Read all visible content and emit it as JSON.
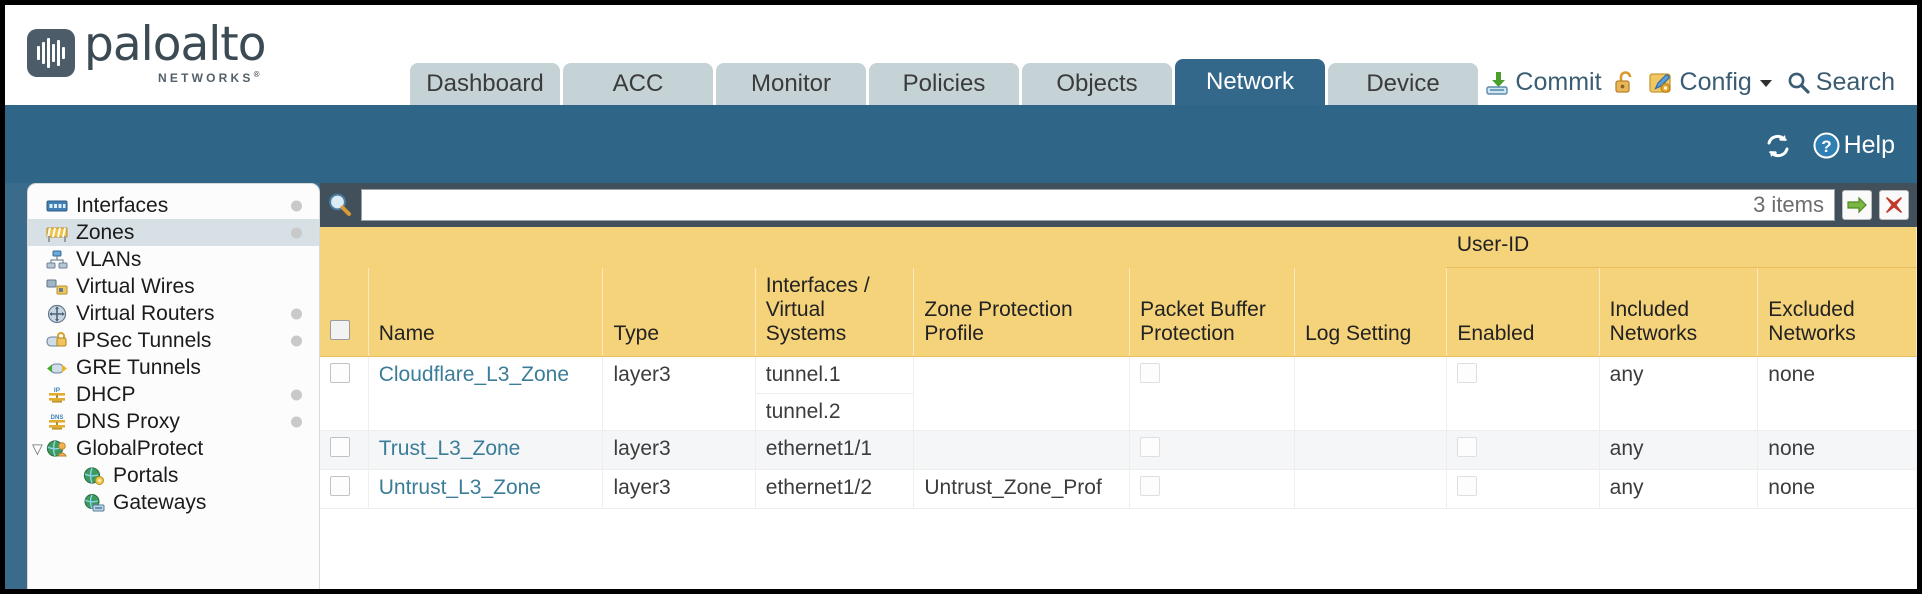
{
  "brand": {
    "name": "paloalto",
    "tagline": "NETWORKS",
    "reg": "®"
  },
  "nav": {
    "tabs": [
      {
        "label": "Dashboard",
        "active": false
      },
      {
        "label": "ACC",
        "active": false
      },
      {
        "label": "Monitor",
        "active": false
      },
      {
        "label": "Policies",
        "active": false
      },
      {
        "label": "Objects",
        "active": false
      },
      {
        "label": "Network",
        "active": true
      },
      {
        "label": "Device",
        "active": false
      }
    ]
  },
  "actions": {
    "commit": "Commit",
    "lock": "",
    "config": "Config",
    "search": "Search"
  },
  "helpbar": {
    "help": "Help"
  },
  "sidebar": {
    "items": [
      {
        "label": "Interfaces",
        "icon": "interfaces-icon",
        "selected": false,
        "dot": true,
        "child": false,
        "caret": ""
      },
      {
        "label": "Zones",
        "icon": "zones-icon",
        "selected": true,
        "dot": true,
        "child": false,
        "caret": ""
      },
      {
        "label": "VLANs",
        "icon": "vlans-icon",
        "selected": false,
        "dot": false,
        "child": false,
        "caret": ""
      },
      {
        "label": "Virtual Wires",
        "icon": "virtual-wires-icon",
        "selected": false,
        "dot": false,
        "child": false,
        "caret": ""
      },
      {
        "label": "Virtual Routers",
        "icon": "virtual-routers-icon",
        "selected": false,
        "dot": true,
        "child": false,
        "caret": ""
      },
      {
        "label": "IPSec Tunnels",
        "icon": "ipsec-tunnels-icon",
        "selected": false,
        "dot": true,
        "child": false,
        "caret": ""
      },
      {
        "label": "GRE Tunnels",
        "icon": "gre-tunnels-icon",
        "selected": false,
        "dot": false,
        "child": false,
        "caret": ""
      },
      {
        "label": "DHCP",
        "icon": "dhcp-icon",
        "selected": false,
        "dot": true,
        "child": false,
        "caret": ""
      },
      {
        "label": "DNS Proxy",
        "icon": "dns-proxy-icon",
        "selected": false,
        "dot": true,
        "child": false,
        "caret": ""
      },
      {
        "label": "GlobalProtect",
        "icon": "globalprotect-icon",
        "selected": false,
        "dot": false,
        "child": false,
        "caret": "▽"
      },
      {
        "label": "Portals",
        "icon": "portals-icon",
        "selected": false,
        "dot": false,
        "child": true,
        "caret": ""
      },
      {
        "label": "Gateways",
        "icon": "gateways-icon",
        "selected": false,
        "dot": false,
        "child": true,
        "caret": ""
      }
    ]
  },
  "filter": {
    "value": "",
    "placeholder": "",
    "items_count": "3 items",
    "apply_title": "Apply Filter",
    "clear_title": "Clear Filter"
  },
  "table": {
    "group_header": "User-ID",
    "columns": [
      "Name",
      "Type",
      "Interfaces / Virtual Systems",
      "Zone Protection Profile",
      "Packet Buffer Protection",
      "Log Setting",
      "Enabled",
      "Included Networks",
      "Excluded Networks"
    ],
    "rows": [
      {
        "name": "Cloudflare_L3_Zone",
        "type": "layer3",
        "interfaces": [
          "tunnel.1",
          "tunnel.2"
        ],
        "zone_protection_profile": "",
        "packet_buffer_protection": false,
        "log_setting": "",
        "user_id_enabled": false,
        "included_networks": "any",
        "excluded_networks": "none"
      },
      {
        "name": "Trust_L3_Zone",
        "type": "layer3",
        "interfaces": [
          "ethernet1/1"
        ],
        "zone_protection_profile": "",
        "packet_buffer_protection": false,
        "log_setting": "",
        "user_id_enabled": false,
        "included_networks": "any",
        "excluded_networks": "none"
      },
      {
        "name": "Untrust_L3_Zone",
        "type": "layer3",
        "interfaces": [
          "ethernet1/2"
        ],
        "zone_protection_profile": "Untrust_Zone_Prof",
        "packet_buffer_protection": false,
        "log_setting": "",
        "user_id_enabled": false,
        "included_networks": "any",
        "excluded_networks": "none"
      }
    ]
  },
  "colors": {
    "brand_blue": "#2f6586",
    "tab_inactive": "#c5d2d6",
    "tab_active": "#33688a",
    "table_header": "#f5d37b",
    "group_header": "#ddb257",
    "panel_dark": "#41505a",
    "link": "#3b7d99"
  }
}
